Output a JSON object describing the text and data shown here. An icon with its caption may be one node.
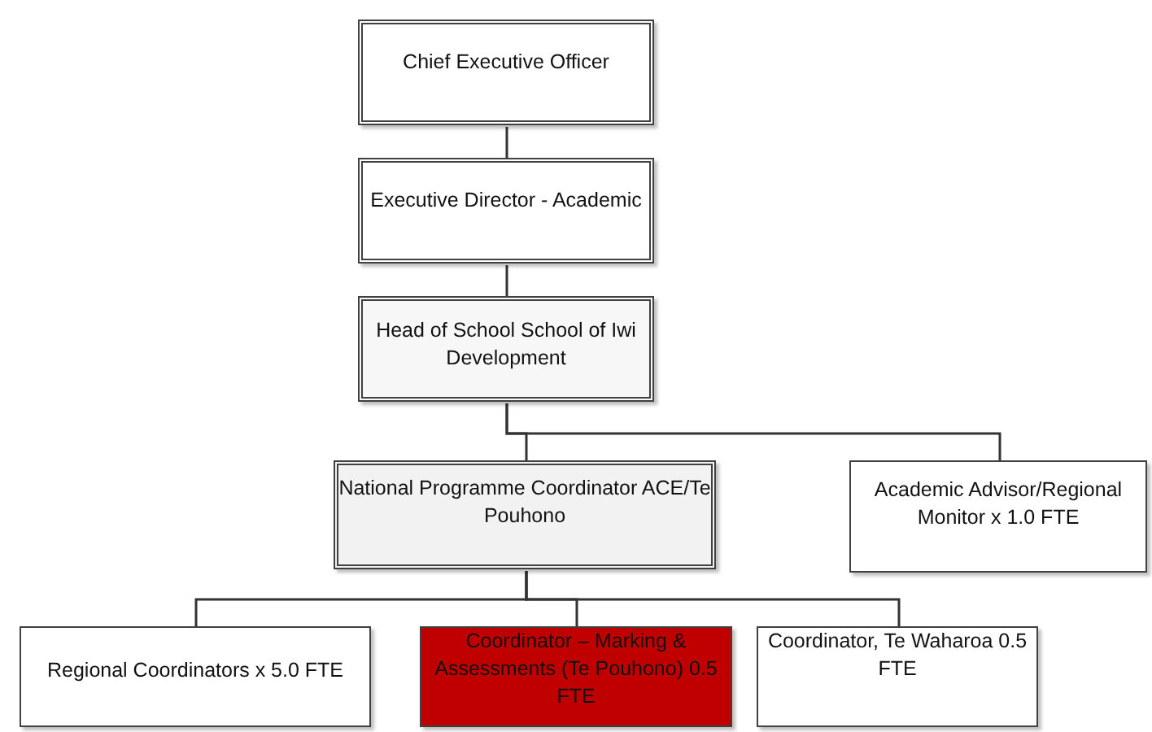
{
  "diagram": {
    "nodes": [
      {
        "text": [
          "Chief Executive Officer"
        ]
      },
      {
        "text": [
          "Executive Director - Academic"
        ]
      },
      {
        "text": [
          "Head of School School of Iwi Development"
        ]
      },
      {
        "text": [
          "National Programme Coordinator ACE/Te Pouhono"
        ]
      },
      {
        "text": [
          "Academic Advisor/Regional Monitor  x 1.0 FTE"
        ]
      },
      {
        "text": [
          "Regional Coordinators x 5.0 FTE"
        ]
      },
      {
        "text": [
          "Coordinator – Marking & Assessments (Te Pouhono) 0.5 FTE"
        ]
      },
      {
        "text": [
          "Coordinator, Te Waharoa 0.5 FTE"
        ]
      }
    ],
    "edges": [
      {
        "from": 0,
        "to": 1,
        "arrow": "none"
      },
      {
        "from": 1,
        "to": 2,
        "arrow": "none"
      },
      {
        "from": 2,
        "to": 3,
        "arrow": "none"
      },
      {
        "from": 2,
        "to": 4,
        "arrow": "none"
      },
      {
        "from": 3,
        "to": 5,
        "arrow": "none"
      },
      {
        "from": 3,
        "to": 6,
        "arrow": "none"
      },
      {
        "from": 3,
        "to": 7,
        "arrow": "none"
      }
    ]
  }
}
